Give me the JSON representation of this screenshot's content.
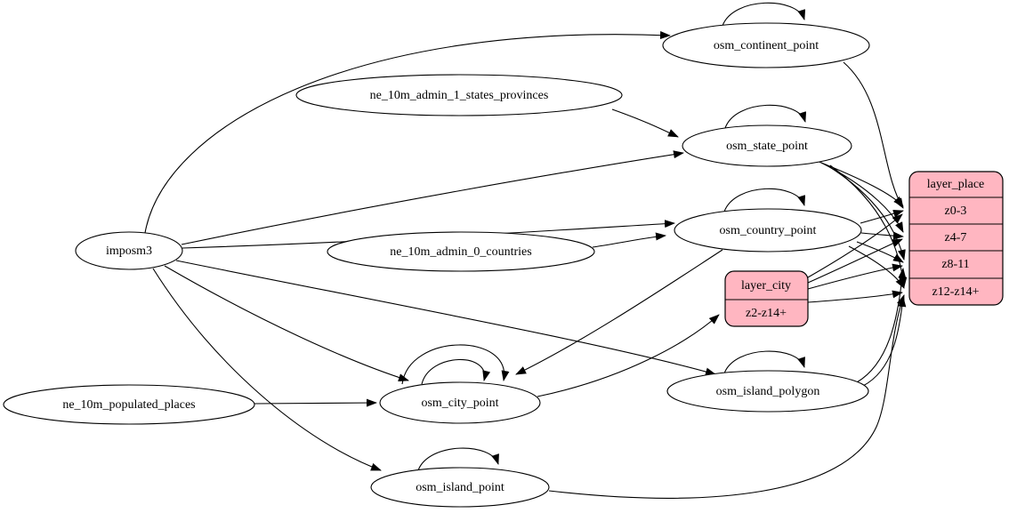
{
  "diagram": {
    "kind": "etl-dependency-graph",
    "colors": {
      "background": "#ffffff",
      "node_fill": "#ffffff",
      "node_stroke": "#000000",
      "record_fill": "#ffb6c1",
      "edge": "#000000",
      "text": "#000000"
    },
    "nodes": {
      "imposm3": {
        "label": "imposm3"
      },
      "ne_10m_admin_1_states_provinces": {
        "label": "ne_10m_admin_1_states_provinces"
      },
      "ne_10m_admin_0_countries": {
        "label": "ne_10m_admin_0_countries"
      },
      "ne_10m_populated_places": {
        "label": "ne_10m_populated_places"
      },
      "osm_continent_point": {
        "label": "osm_continent_point"
      },
      "osm_state_point": {
        "label": "osm_state_point"
      },
      "osm_country_point": {
        "label": "osm_country_point"
      },
      "osm_city_point": {
        "label": "osm_city_point"
      },
      "osm_island_polygon": {
        "label": "osm_island_polygon"
      },
      "osm_island_point": {
        "label": "osm_island_point"
      }
    },
    "records": {
      "layer_city": {
        "title": "layer_city",
        "rows": [
          "z2-z14+"
        ]
      },
      "layer_place": {
        "title": "layer_place",
        "rows": [
          "z0-3",
          "z4-7",
          "z8-11",
          "z12-z14+"
        ]
      }
    },
    "edges": [
      {
        "from": "imposm3",
        "to": "osm_continent_point"
      },
      {
        "from": "imposm3",
        "to": "osm_state_point"
      },
      {
        "from": "imposm3",
        "to": "osm_country_point"
      },
      {
        "from": "imposm3",
        "to": "osm_city_point"
      },
      {
        "from": "imposm3",
        "to": "osm_island_polygon"
      },
      {
        "from": "imposm3",
        "to": "osm_island_point"
      },
      {
        "from": "ne_10m_admin_1_states_provinces",
        "to": "osm_state_point"
      },
      {
        "from": "ne_10m_admin_0_countries",
        "to": "osm_country_point"
      },
      {
        "from": "ne_10m_populated_places",
        "to": "osm_city_point"
      },
      {
        "from": "osm_continent_point",
        "to": "osm_continent_point",
        "self": true
      },
      {
        "from": "osm_state_point",
        "to": "osm_state_point",
        "self": true
      },
      {
        "from": "osm_country_point",
        "to": "osm_country_point",
        "self": true
      },
      {
        "from": "osm_city_point",
        "to": "osm_city_point",
        "self": true
      },
      {
        "from": "osm_city_point",
        "to": "osm_city_point",
        "self": true
      },
      {
        "from": "osm_island_polygon",
        "to": "osm_island_polygon",
        "self": true
      },
      {
        "from": "osm_island_point",
        "to": "osm_island_point",
        "self": true
      },
      {
        "from": "osm_country_point",
        "to": "osm_city_point"
      },
      {
        "from": "osm_city_point",
        "to": "layer_city:z2-z14+"
      },
      {
        "from": "osm_continent_point",
        "to": "layer_place:z0-3"
      },
      {
        "from": "osm_state_point",
        "to": "layer_place:z0-3"
      },
      {
        "from": "osm_state_point",
        "to": "layer_place:z4-7"
      },
      {
        "from": "osm_state_point",
        "to": "layer_place:z8-11"
      },
      {
        "from": "osm_state_point",
        "to": "layer_place:z12-z14+"
      },
      {
        "from": "osm_country_point",
        "to": "layer_place:z0-3"
      },
      {
        "from": "osm_country_point",
        "to": "layer_place:z4-7"
      },
      {
        "from": "osm_country_point",
        "to": "layer_place:z8-11"
      },
      {
        "from": "osm_country_point",
        "to": "layer_place:z12-z14+"
      },
      {
        "from": "layer_city",
        "to": "layer_place:z0-3"
      },
      {
        "from": "layer_city",
        "to": "layer_place:z4-7"
      },
      {
        "from": "layer_city",
        "to": "layer_place:z8-11"
      },
      {
        "from": "layer_city",
        "to": "layer_place:z12-z14+"
      },
      {
        "from": "osm_island_polygon",
        "to": "layer_place:z8-11"
      },
      {
        "from": "osm_island_polygon",
        "to": "layer_place:z12-z14+"
      },
      {
        "from": "osm_island_point",
        "to": "layer_place:z12-z14+"
      }
    ]
  }
}
